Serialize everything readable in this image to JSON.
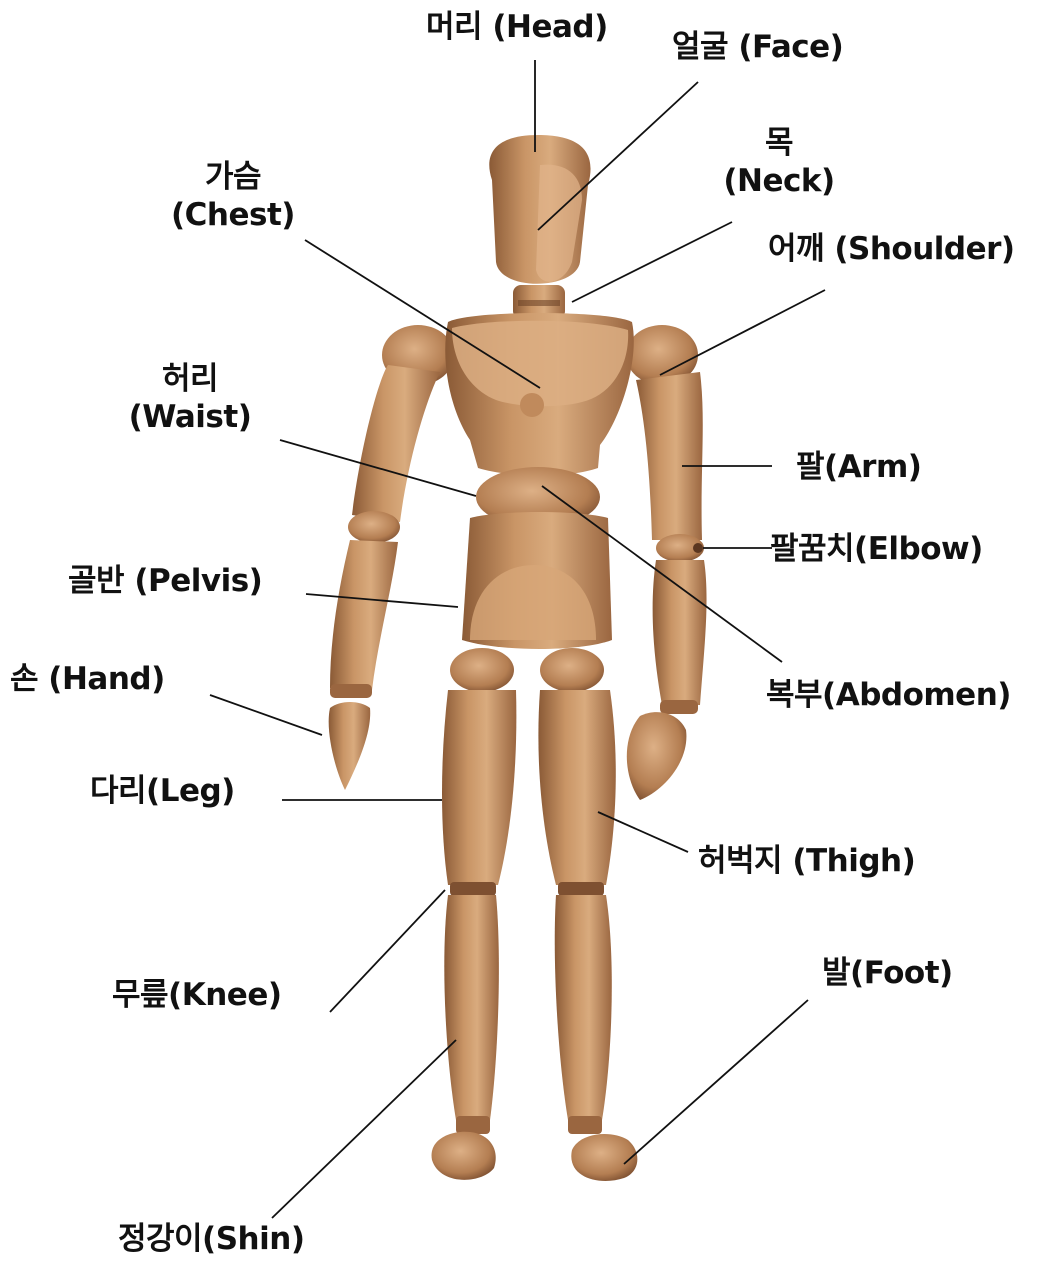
{
  "colors": {
    "wood_light": "#d9ab7e",
    "wood_mid": "#b98356",
    "wood_dark": "#8a5a36",
    "wood_shadow": "#6e4428",
    "line": "#111111",
    "text": "#111111"
  },
  "labels": {
    "head": "머리 (Head)",
    "face": "얼굴 (Face)",
    "neck_ko": "목",
    "neck_en": "(Neck)",
    "chest_ko": "가슴",
    "chest_en": "(Chest)",
    "shoulder": "어깨 (Shoulder)",
    "waist_ko": "허리",
    "waist_en": "(Waist)",
    "arm": "팔(Arm)",
    "elbow": "팔꿈치(Elbow)",
    "pelvis": "골반 (Pelvis)",
    "hand": "손 (Hand)",
    "abdomen": "복부(Abdomen)",
    "leg": "다리(Leg)",
    "thigh": "허벅지 (Thigh)",
    "knee": "무릎(Knee)",
    "foot": "발(Foot)",
    "shin": "정강이(Shin)"
  }
}
